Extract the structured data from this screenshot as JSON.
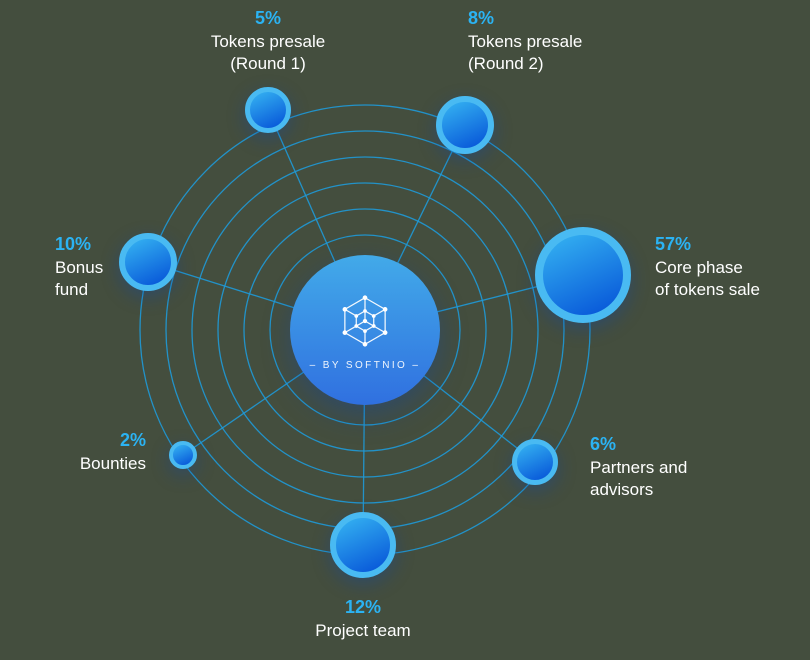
{
  "colors": {
    "background": "#444e3e",
    "accent_blue": "#2bb3f3",
    "orbit_stroke": "#1f9ad8",
    "node_ring": "#49baf2",
    "node_fill_top": "#30a9ef",
    "node_fill_bottom": "#0a5cda",
    "center_circle_top": "#42aae9",
    "center_circle_bottom": "#3070e0",
    "label_text": "#ffffff"
  },
  "chart_data": {
    "type": "pie",
    "layout": "radial-orbit-infographic",
    "title": "",
    "center_text": "– BY SOFTNIO –",
    "center_icon": "hexagon-network-icon",
    "legend_position": "around-nodes",
    "segments": [
      {
        "id": "tokens-presale-round-1",
        "value": 5,
        "percent_label": "5%",
        "label": "Tokens presale\n(Round 1)"
      },
      {
        "id": "tokens-presale-round-2",
        "value": 8,
        "percent_label": "8%",
        "label": "Tokens presale\n(Round 2)"
      },
      {
        "id": "core-phase-tokens-sale",
        "value": 57,
        "percent_label": "57%",
        "label": "Core phase\nof tokens sale"
      },
      {
        "id": "bonus-fund",
        "value": 10,
        "percent_label": "10%",
        "label": "Bonus\nfund"
      },
      {
        "id": "bounties",
        "value": 2,
        "percent_label": "2%",
        "label": "Bounties"
      },
      {
        "id": "partners-and-advisors",
        "value": 6,
        "percent_label": "6%",
        "label": "Partners and\nadvisors"
      },
      {
        "id": "project-team",
        "value": 12,
        "percent_label": "12%",
        "label": "Project team"
      }
    ]
  }
}
